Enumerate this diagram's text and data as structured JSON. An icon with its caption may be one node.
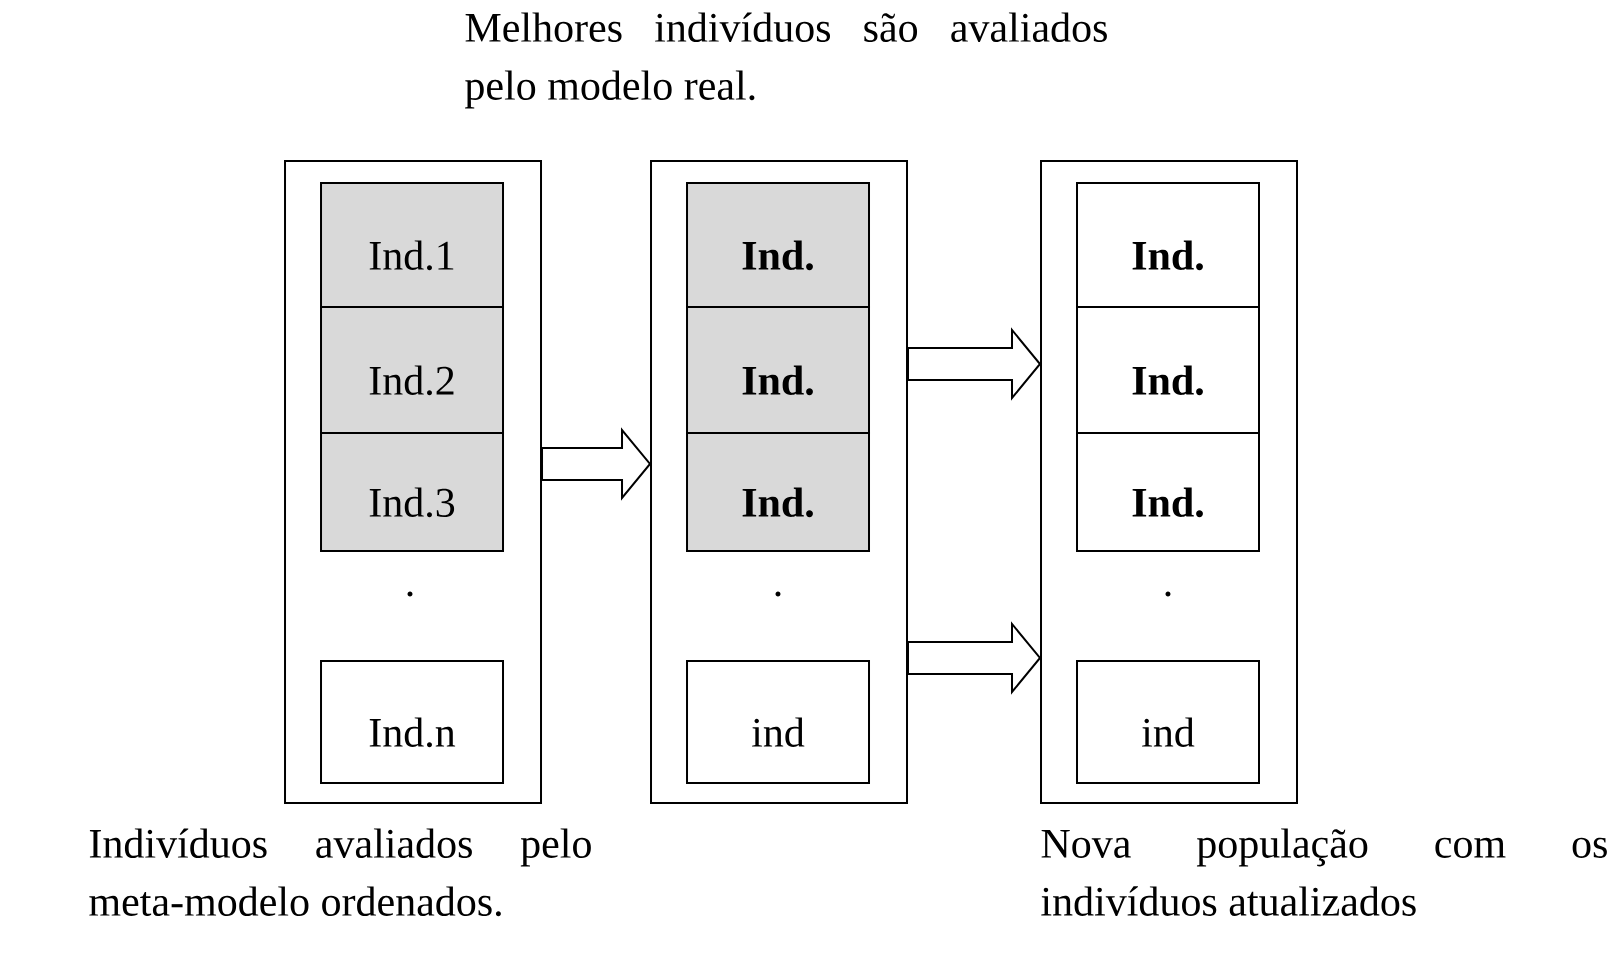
{
  "diagram": {
    "nodes": [
      {
        "text": [],
        "shape": "box",
        "beside": [
          "Indivíduos avaliados pelo meta-modelo ordenados."
        ]
      },
      {
        "text": [
          "Ind.1"
        ],
        "in": 0
      },
      {
        "text": [
          "Ind.2"
        ],
        "in": 0
      },
      {
        "text": [
          "Ind.3"
        ],
        "in": 0
      },
      {
        "text": [
          "Ind.n"
        ],
        "in": 0
      },
      {
        "text": [],
        "shape": "box",
        "beside": [
          "Melhores indivíduos são avaliados pelo modelo real."
        ]
      },
      {
        "text": [
          "Ind."
        ],
        "in": 5
      },
      {
        "text": [
          "Ind."
        ],
        "in": 5
      },
      {
        "text": [
          "Ind."
        ],
        "in": 5
      },
      {
        "text": [
          "ind"
        ],
        "in": 5
      },
      {
        "text": [],
        "shape": "box",
        "beside": [
          "Nova população com os indivíduos atualizados"
        ]
      },
      {
        "text": [
          "Ind."
        ],
        "in": 10
      },
      {
        "text": [
          "Ind."
        ],
        "in": 10
      },
      {
        "text": [
          "Ind."
        ],
        "in": 10
      },
      {
        "text": [
          "ind"
        ],
        "in": 10
      }
    ],
    "edges": [
      {
        "from": 0,
        "to": 5,
        "arrow": "to"
      },
      {
        "from": 5,
        "to": 10,
        "arrow": "to"
      },
      {
        "from": 5,
        "to": 10,
        "arrow": "to"
      }
    ],
    "labels": [
      ".",
      ".",
      "."
    ]
  }
}
